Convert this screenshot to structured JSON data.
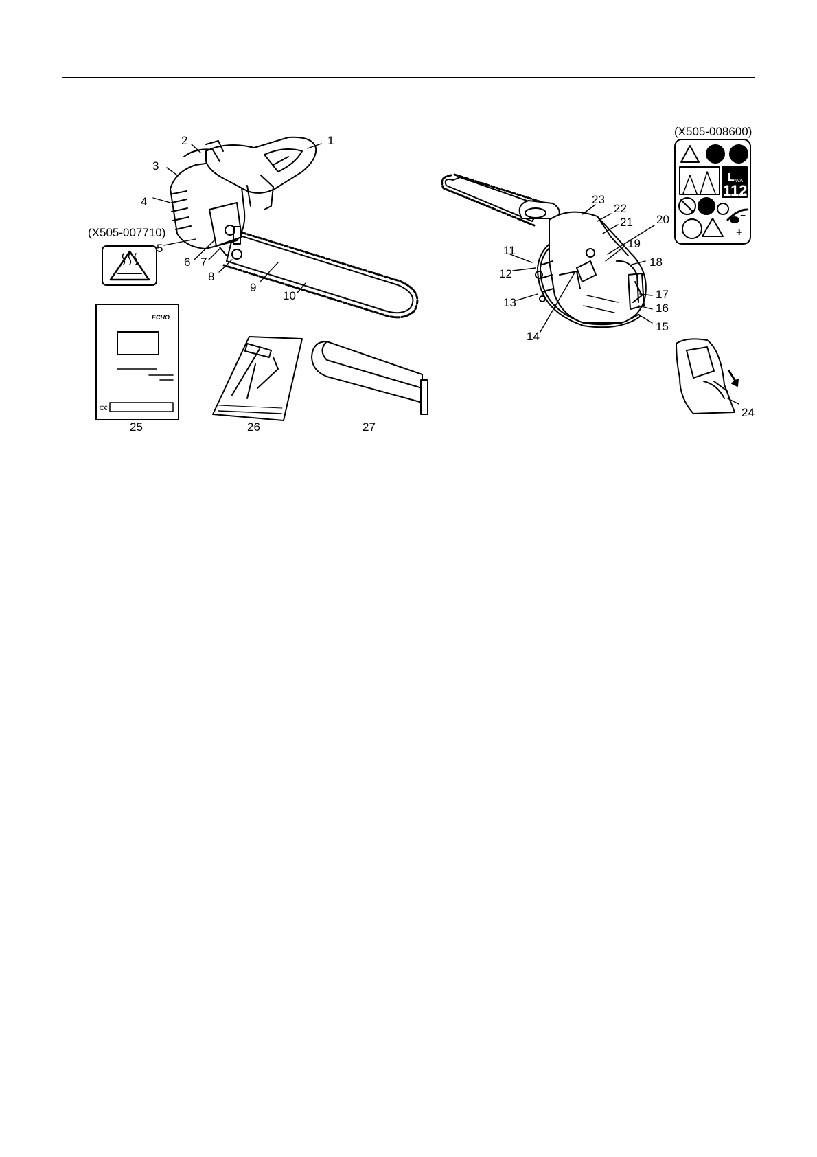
{
  "labels": {
    "code_top_right": "(X505-008600)",
    "code_left": "(X505-007710)",
    "sound_level": "112",
    "sound_unit": "dB",
    "sound_symbol": "L",
    "sound_symbol_sub": "WA",
    "brand": "ECHO",
    "plus": "+",
    "minus": "−",
    "ce_mark": "C€"
  },
  "callouts": [
    "1",
    "2",
    "3",
    "4",
    "5",
    "6",
    "7",
    "8",
    "9",
    "10",
    "11",
    "12",
    "13",
    "14",
    "15",
    "16",
    "17",
    "18",
    "19",
    "20",
    "21",
    "22",
    "23",
    "24",
    "25",
    "26",
    "27"
  ],
  "colors": {
    "ink": "#000000",
    "paper": "#ffffff",
    "shade": "#d9d9d9"
  }
}
